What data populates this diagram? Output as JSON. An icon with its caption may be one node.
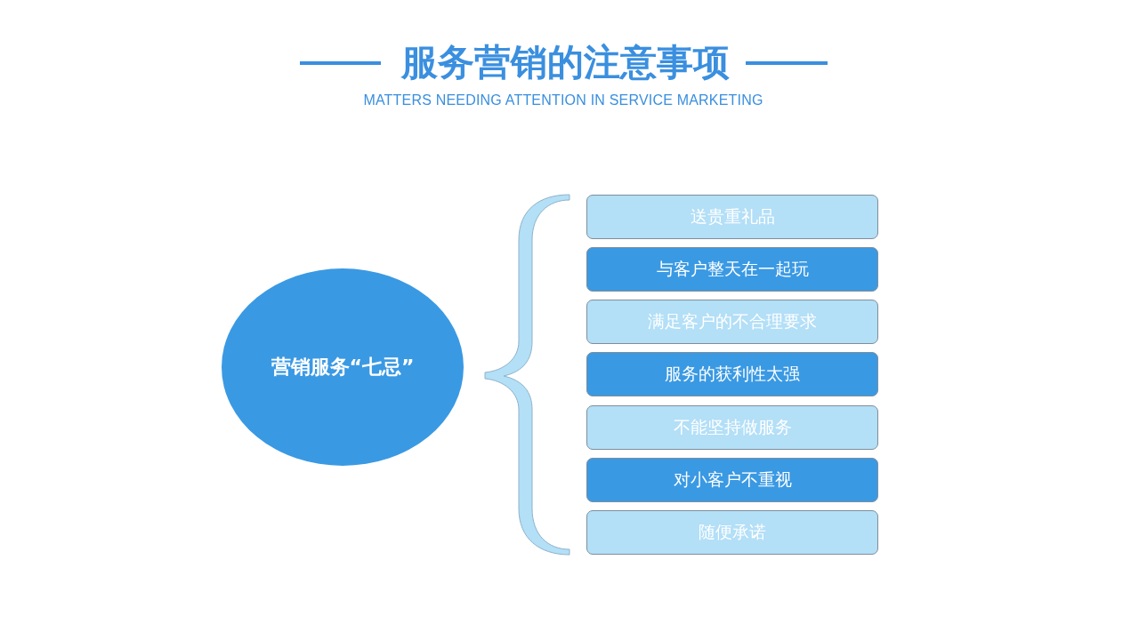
{
  "diagram": {
    "title": "服务营销的注意事项",
    "nodes": [
      {
        "text": [
          "营销服务“七忌”"
        ]
      },
      {
        "text": [],
        "shape": "brace"
      },
      {
        "text": [
          "送贵重礼品"
        ]
      },
      {
        "text": [
          "与客户整天在一起玩"
        ]
      },
      {
        "text": [
          "满足客户的不合理要求"
        ]
      },
      {
        "text": [
          "服务的获利性太强"
        ]
      },
      {
        "text": [
          "不能坚持做服务"
        ]
      },
      {
        "text": [
          "对小客户不重视"
        ]
      },
      {
        "text": [
          "随便承诺"
        ]
      }
    ],
    "labels": [
      "MATTERS NEEDING ATTENTION IN SERVICE MARKETING"
    ]
  }
}
